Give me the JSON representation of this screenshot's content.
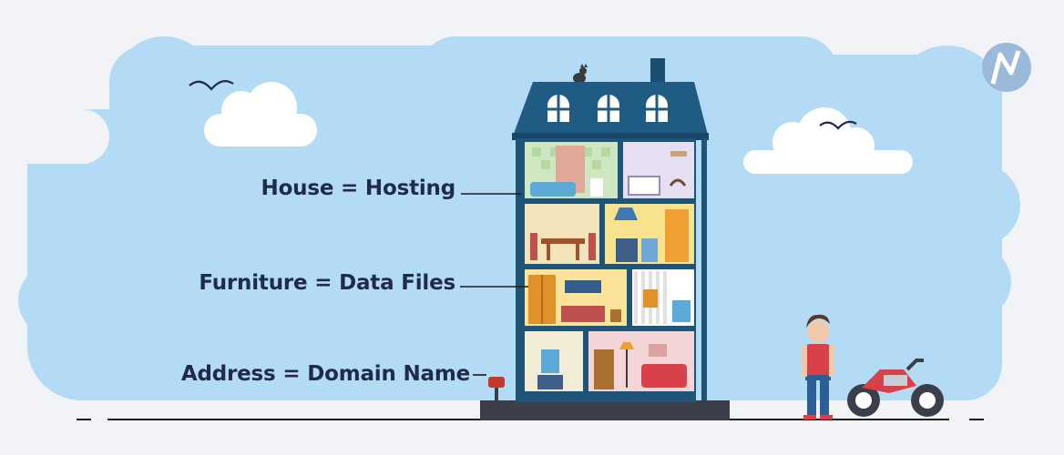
{
  "labels": {
    "house": "House = Hosting",
    "furniture": "Furniture = Data Files",
    "address": "Address = Domain Name"
  },
  "colors": {
    "background": "#f2f3f7",
    "sky": "#b3dbf5",
    "cloud": "#ffffff",
    "house_body": "#1e5478",
    "roof": "#1f5b83",
    "label_text": "#1f2a4d",
    "ground": "#1a1a1a"
  },
  "icons": [
    "logo-icon",
    "bird-icon",
    "cat-icon",
    "mailbox-icon",
    "motorcycle-icon",
    "person-icon"
  ]
}
